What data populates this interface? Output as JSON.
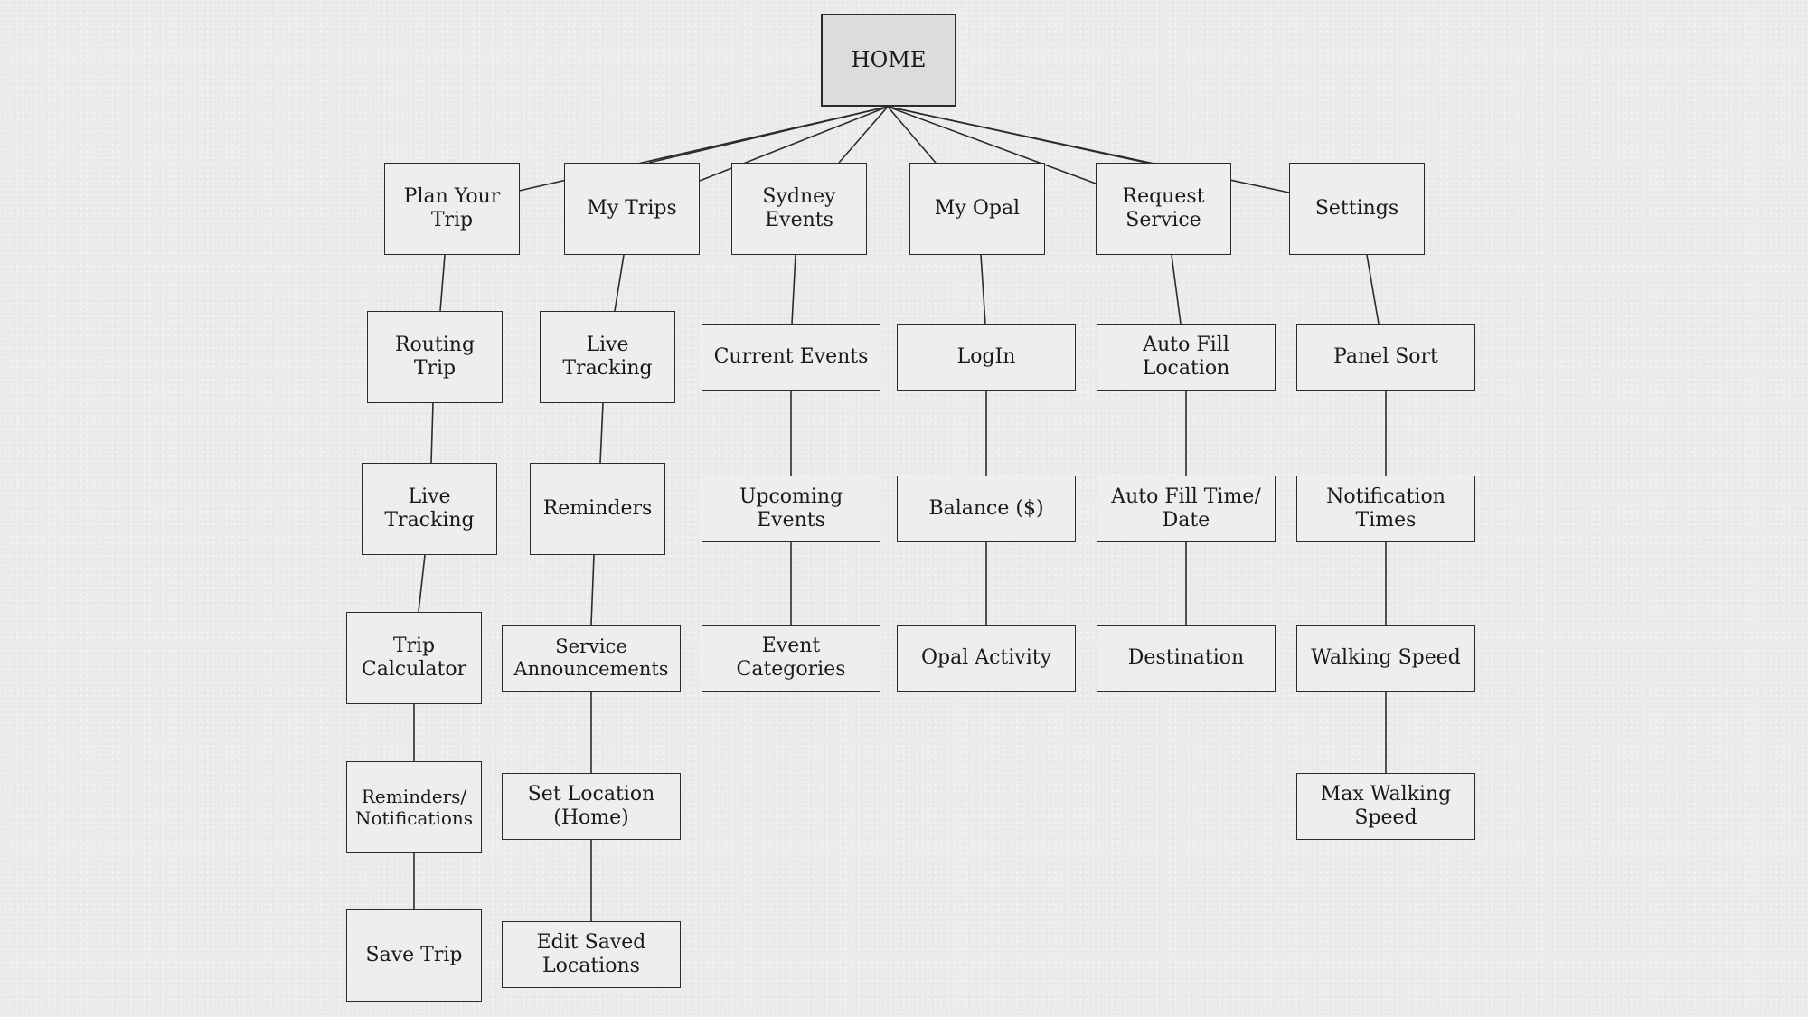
{
  "diagram": {
    "root": "HOME",
    "columns": [
      {
        "header": "Plan Your\nTrip",
        "children": [
          "Routing\nTrip",
          "Live\nTracking",
          "Trip\nCalculator",
          "Reminders/\nNotifications",
          "Save Trip"
        ]
      },
      {
        "header": "My Trips",
        "children": [
          "Live\nTracking",
          "Reminders",
          "Service\nAnnouncements",
          "Set Location\n(Home)",
          "Edit Saved\nLocations"
        ]
      },
      {
        "header": "Sydney\nEvents",
        "children": [
          "Current Events",
          "Upcoming\nEvents",
          "Event Categories"
        ]
      },
      {
        "header": "My Opal",
        "children": [
          "LogIn",
          "Balance ($)",
          "Opal Activity"
        ]
      },
      {
        "header": "Request\nService",
        "children": [
          "Auto Fill\nLocation",
          "Auto Fill Time/\nDate",
          "Destination"
        ]
      },
      {
        "header": "Settings",
        "children": [
          "Panel Sort",
          "Notification\nTimes",
          "Walking Speed",
          "Max Walking\nSpeed"
        ]
      }
    ]
  }
}
